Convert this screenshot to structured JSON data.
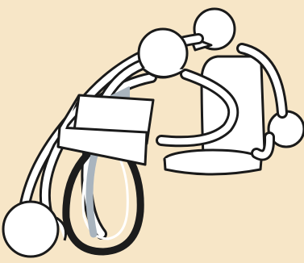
{
  "diagram": {
    "subject": "wire-loop-puzzle-illustration",
    "colors": {
      "background": "#f7e6c7",
      "outline": "#1a1a1a",
      "fill": "#ffffff",
      "dark_loop": "#1c1c1c",
      "arrow": "#a9b4be"
    },
    "parts": [
      {
        "name": "top-ball",
        "shape": "ball"
      },
      {
        "name": "center-ball",
        "shape": "ball"
      },
      {
        "name": "bottom-left-ball",
        "shape": "ball"
      },
      {
        "name": "right-ball",
        "shape": "ball"
      },
      {
        "name": "bell-cup",
        "shape": "bell"
      },
      {
        "name": "clip-block",
        "shape": "trapezoid-block"
      },
      {
        "name": "black-loop",
        "shape": "loop"
      },
      {
        "name": "grey-arrow",
        "shape": "arrow",
        "meaning": "direction-of-movement"
      }
    ]
  }
}
